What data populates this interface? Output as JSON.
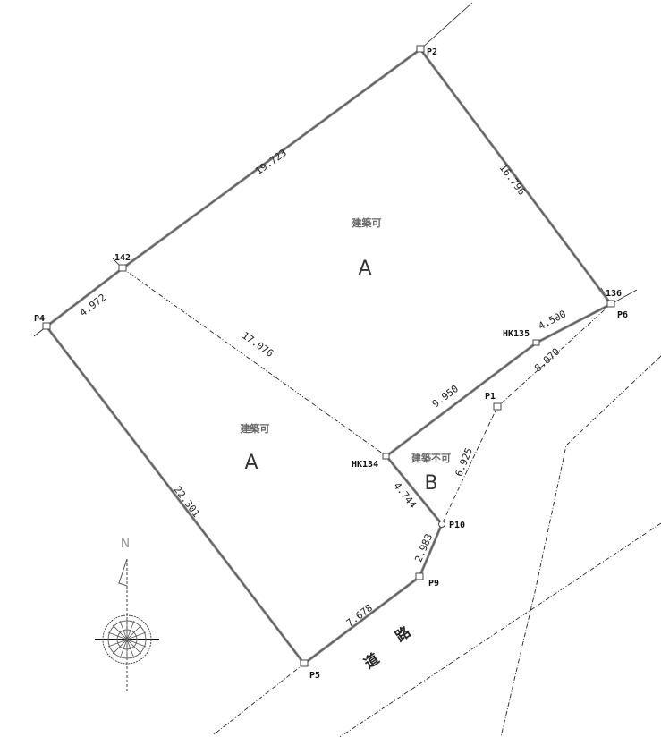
{
  "points": {
    "p2": "P2",
    "c136": "136",
    "p6": "P6",
    "hk135": "HK135",
    "p1": "P1",
    "hk134": "HK134",
    "p10": "P10",
    "p9": "P9",
    "p5": "P5",
    "p4": "P4",
    "c142": "142"
  },
  "lengths": {
    "c142_p2": "19.723",
    "p2_p6": "16.796",
    "c142_p4": "4.972",
    "p4_p5": "22.301",
    "p5_p9": "7.678",
    "p9_p10": "2.983",
    "p10_hk134": "4.744",
    "hk134_hk135": "9.950",
    "hk135_p6": "4.500",
    "p6_p1": "8.070",
    "p1_p10": "6.925",
    "c142_hk134": "17.076"
  },
  "areas": {
    "north": {
      "status": "建築可",
      "letter": "A"
    },
    "south": {
      "status": "建築可",
      "letter": "A"
    },
    "triangle": {
      "status": "建築不可",
      "letter": "B"
    }
  },
  "road": {
    "char1": "道",
    "char2": "路"
  },
  "compass": {
    "north_label": "N"
  }
}
